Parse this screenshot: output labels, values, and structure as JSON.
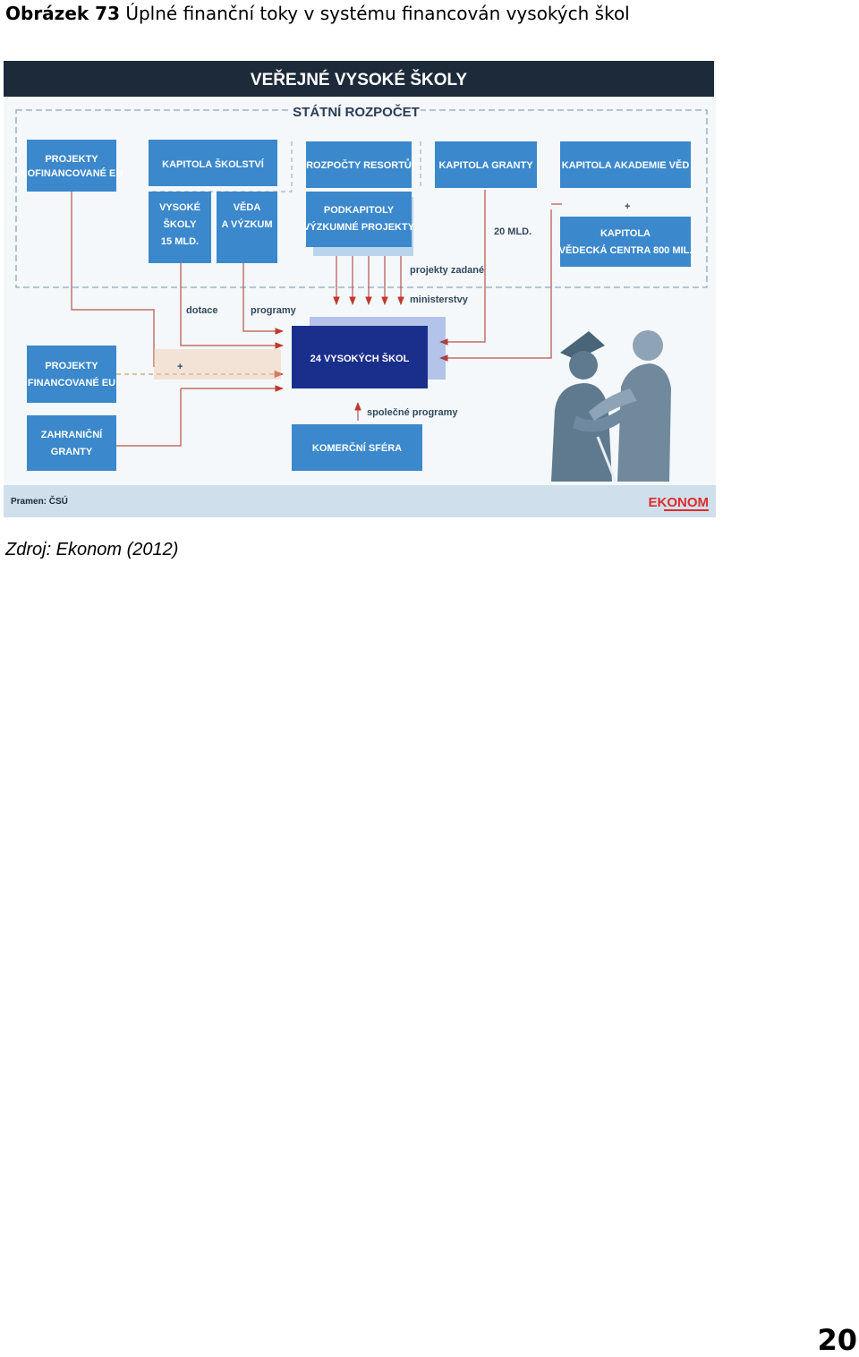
{
  "caption": {
    "label": "Obrázek 73",
    "text": "Úplné finanční toky v systému financován vysokých škol"
  },
  "figure": {
    "header": "VEŘEJNÉ VYSOKÉ ŠKOLY",
    "budget_label": "STÁTNÍ ROZPOČET",
    "boxes": {
      "projekty_kofinancovane": [
        "PROJEKTY",
        "KOFINANCOVANÉ EU"
      ],
      "kapitola_skolstvi": [
        "KAPITOLA ŠKOLSTVÍ"
      ],
      "vysoke_skoly": [
        "VYSOKÉ",
        "ŠKOLY",
        "15 MLD."
      ],
      "veda_vyzkum": [
        "VĚDA",
        "A VÝZKUM"
      ],
      "rozpocty_resortu": [
        "ROZPOČTY RESORTŮ"
      ],
      "podkapitoly": [
        "PODKAPITOLY",
        "VÝZKUMNÉ PROJEKTY"
      ],
      "kapitola_granty": [
        "KAPITOLA GRANTY"
      ],
      "kapitola_akademie": [
        "KAPITOLA AKADEMIE VĚD"
      ],
      "kapitola_vedecka": [
        "KAPITOLA",
        "VĚDECKÁ CENTRA 800 MIL."
      ],
      "vysokych_skol": [
        "24 VYSOKÝCH ŠKOL"
      ],
      "projekty_financovane": [
        "PROJEKTY",
        "FINANCOVANÉ EU"
      ],
      "zahranicni_granty": [
        "ZAHRANIČNÍ",
        "GRANTY"
      ],
      "komercni_sfera": [
        "KOMERČNÍ SFÉRA"
      ]
    },
    "flow_labels": {
      "amount_20": "20 MLD.",
      "dotace": "dotace",
      "programy": "programy",
      "projekty_zadane": [
        "projekty zadané",
        "ministerstvy"
      ],
      "spolecne_programy": "společné programy",
      "plus_left": "+",
      "plus_right": "+"
    },
    "footer_source": "Pramen: ČSÚ",
    "footer_logo": "EKONOM"
  },
  "source": "Zdroj: Ekonom (2012)",
  "page_number": "20",
  "colors": {
    "box_blue": "#3b88cc",
    "dark_blue": "#1a2f8c",
    "arrow_red": "#c0392b",
    "header": "#1c2a3a",
    "figure_bg": "#f4f8fb"
  }
}
